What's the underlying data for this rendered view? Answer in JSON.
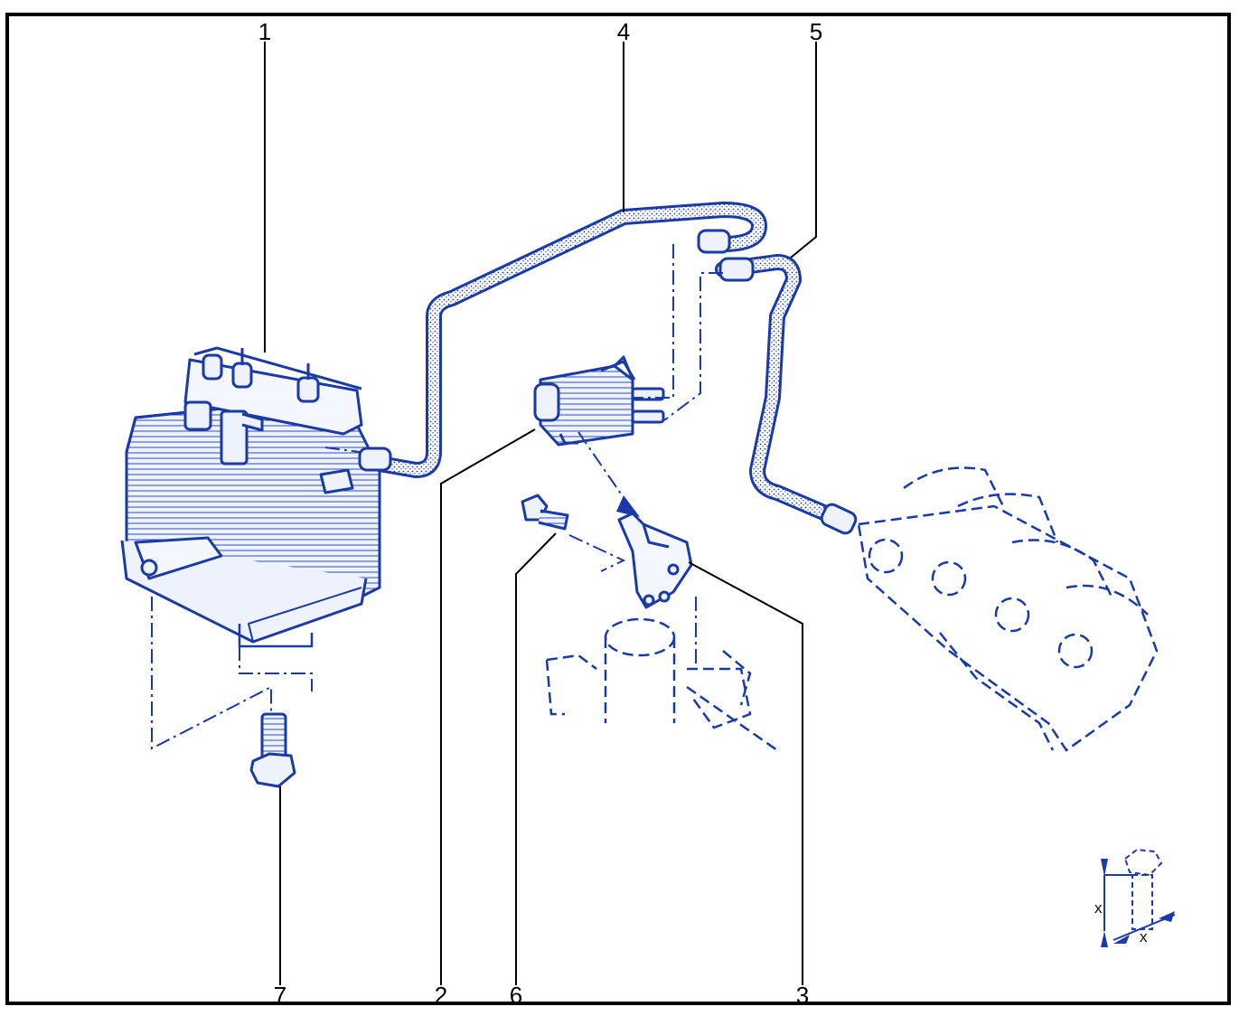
{
  "diagram": {
    "colors": {
      "ink": "#1a3aa6",
      "fill": "#e8eefb",
      "leader": "#000000",
      "frame": "#000000"
    },
    "callouts": [
      {
        "id": "1",
        "label": "1"
      },
      {
        "id": "2",
        "label": "2"
      },
      {
        "id": "3",
        "label": "3"
      },
      {
        "id": "4",
        "label": "4"
      },
      {
        "id": "5",
        "label": "5"
      },
      {
        "id": "6",
        "label": "6"
      },
      {
        "id": "7",
        "label": "7"
      }
    ],
    "dimension_labels": [
      "x",
      "x"
    ]
  }
}
